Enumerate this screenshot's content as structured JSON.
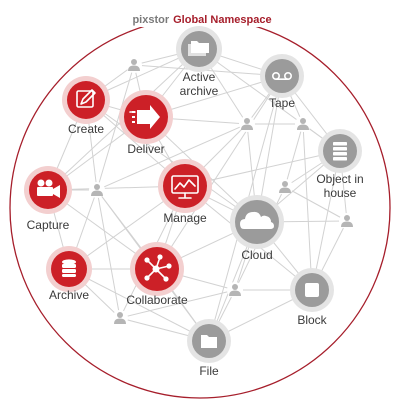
{
  "header": {
    "brand": "pixstor",
    "title": "Global Namespace"
  },
  "colors": {
    "ring": "#a61e2b",
    "red_node": "#cc2027",
    "red_node_ring": "#f3cfcf",
    "gray_node": "#9b9b9b",
    "gray_node_ring": "#e4e4e4",
    "person": "#b5b5b5",
    "link": "#d2d2d2",
    "text": "#3a3a3a"
  },
  "nodes": [
    {
      "id": "create",
      "label": "Create",
      "kind": "red",
      "icon": "pencil-icon"
    },
    {
      "id": "deliver",
      "label": "Deliver",
      "kind": "red",
      "icon": "arrow-icon"
    },
    {
      "id": "capture",
      "label": "Capture",
      "kind": "red",
      "icon": "camera-icon"
    },
    {
      "id": "manage",
      "label": "Manage",
      "kind": "red",
      "icon": "monitor-icon"
    },
    {
      "id": "archive",
      "label": "Archive",
      "kind": "red",
      "icon": "database-icon"
    },
    {
      "id": "collaborate",
      "label": "Collaborate",
      "kind": "red",
      "icon": "network-icon"
    },
    {
      "id": "active_archive",
      "label": "Active archive",
      "kind": "gray",
      "icon": "folders-icon"
    },
    {
      "id": "tape",
      "label": "Tape",
      "kind": "gray",
      "icon": "tape-icon"
    },
    {
      "id": "object",
      "label": "Object in house",
      "kind": "gray",
      "icon": "server-icon"
    },
    {
      "id": "cloud",
      "label": "Cloud",
      "kind": "gray",
      "icon": "cloud-icon"
    },
    {
      "id": "block",
      "label": "Block",
      "kind": "gray",
      "icon": "block-icon"
    },
    {
      "id": "file",
      "label": "File",
      "kind": "gray",
      "icon": "folder-icon"
    }
  ]
}
